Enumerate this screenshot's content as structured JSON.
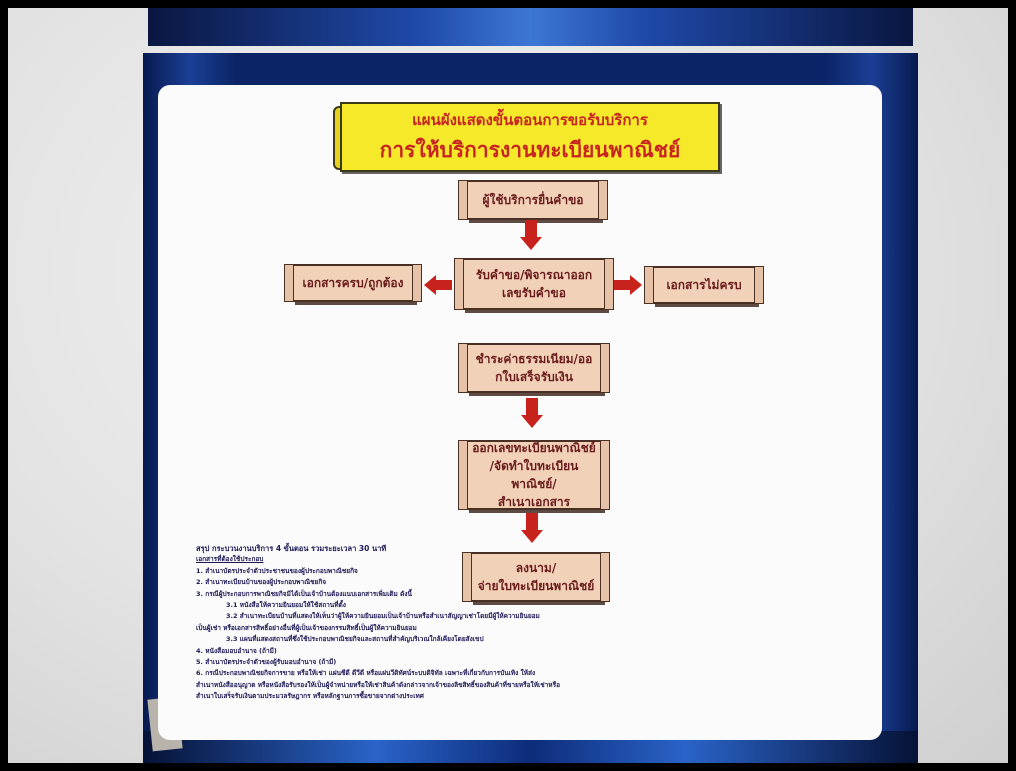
{
  "banner": {
    "line1": "แผนผังแสดงขั้นตอนการขอรับบริการ",
    "line2": "การให้บริการงานทะเบียนพาณิชย์"
  },
  "flow": {
    "step1": "ผู้ใช้บริการยื่นคำขอ",
    "step2_a": "รับคำขอ/พิจารณาออก",
    "step2_b": "เลขรับคำขอ",
    "left_branch": "เอกสารครบ/ถูกต้อง",
    "right_branch": "เอกสารไม่ครบ",
    "step3_a": "ชำระค่าธรรมเนียม/ออ",
    "step3_b": "กใบเสร็จรับเงิน",
    "step4_a": "ออกเลขทะเบียนพาณิชย์",
    "step4_b": "/จัดทำใบทะเบียนพาณิชย์/",
    "step4_c": "สำเนาเอกสาร",
    "step5_a": "ลงนาม/",
    "step5_b": "จ่ายใบทะเบียนพาณิชย์"
  },
  "notes": {
    "summary": "สรุป กระบวนงานบริการ 4 ขั้นตอน รวมระยะเวลา 30 นาที",
    "header": "เอกสารที่ต้องใช้ประกอบ",
    "items": [
      "1. สำเนาบัตรประจำตัวประชาชนของผู้ประกอบพาณิชยกิจ",
      "2. สำเนาทะเบียนบ้านของผู้ประกอบพาณิชยกิจ",
      "3. กรณีผู้ประกอบการพาณิชยกิจมิได้เป็นเจ้าบ้านต้องแนบเอกสารเพิ่มเติม ดังนี้",
      "3.1 หนังสือให้ความยินยอมให้ใช้สถานที่ตั้ง",
      "3.2 สำเนาทะเบียนบ้านที่แสดงให้เห็นว่าผู้ให้ความยินยอมเป็นเจ้าบ้านหรือสำเนาสัญญาเช่าโดยมีผู้ให้ความยินยอม",
      "เป็นผู้เช่า หรือเอกสารสิทธิ์อย่างอื่นที่ผู้เป็นเจ้าของกรรมสิทธิ์เป็นผู้ให้ความยินยอม",
      "3.3 แผนที่แสดงสถานที่ซึ่งใช้ประกอบพาณิชยกิจและสถานที่สำคัญบริเวณใกล้เคียงโดยสังเขป",
      "4. หนังสือมอบอำนาจ (ถ้ามี)",
      "5. สำเนาบัตรประจำตัวของผู้รับมอบอำนาจ (ถ้ามี)",
      "6. กรณีประกอบพาณิชยกิจการขาย หรือให้เช่า แผ่นซีดี ดีวีดี หรือแผ่นวีดิทัศน์ระบบดิจิทัล เฉพาะที่เกี่ยวกับการบันเทิง ให้ส่ง",
      "สำเนาหนังสืออนุญาต หรือหนังสือรับรองให้เป็นผู้จำหน่ายหรือให้เช่าสินค้าดังกล่าวจากเจ้าของลิขสิทธิ์ของสินค้าที่ขายหรือให้เช่าหรือ",
      "สำเนาใบเสร็จรับเงินตามประมวลรัษฎากร หรือหลักฐานการซื้อขายจากต่างประเทศ"
    ]
  }
}
